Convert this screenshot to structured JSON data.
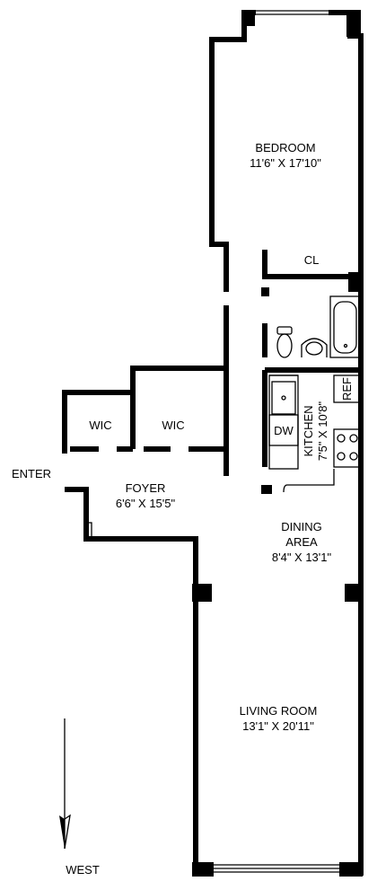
{
  "rooms": {
    "bedroom": {
      "name": "BEDROOM",
      "dims": "11'6\" X 17'10\""
    },
    "closet": {
      "name": "CL"
    },
    "wic_left": {
      "name": "WIC"
    },
    "wic_right": {
      "name": "WIC"
    },
    "foyer": {
      "name": "FOYER",
      "dims": "6'6\" X 15'5\""
    },
    "kitchen": {
      "name": "KITCHEN",
      "dims": "7'5\" X 10'8\""
    },
    "dishwasher": {
      "name": "DW"
    },
    "refrigerator": {
      "name": "REF"
    },
    "dining": {
      "name_line1": "DINING",
      "name_line2": "AREA",
      "dims": "8'4\" X 13'1\""
    },
    "living": {
      "name": "LIVING ROOM",
      "dims": "13'1\" X 20'11\""
    }
  },
  "entry_label": "ENTER",
  "compass": {
    "label": "WEST",
    "icon": "north-arrow-icon"
  },
  "colors": {
    "wall": "#000000",
    "background": "#ffffff"
  }
}
